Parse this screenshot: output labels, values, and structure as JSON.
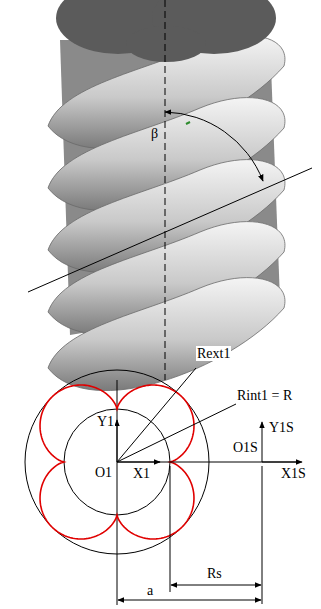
{
  "diagram": {
    "labels": [
      "β",
      "Rext1",
      "Rint1 = R",
      "Y1",
      "O1",
      "X1",
      "O1S",
      "Y1S",
      "X1S",
      "Rs",
      "a"
    ]
  }
}
